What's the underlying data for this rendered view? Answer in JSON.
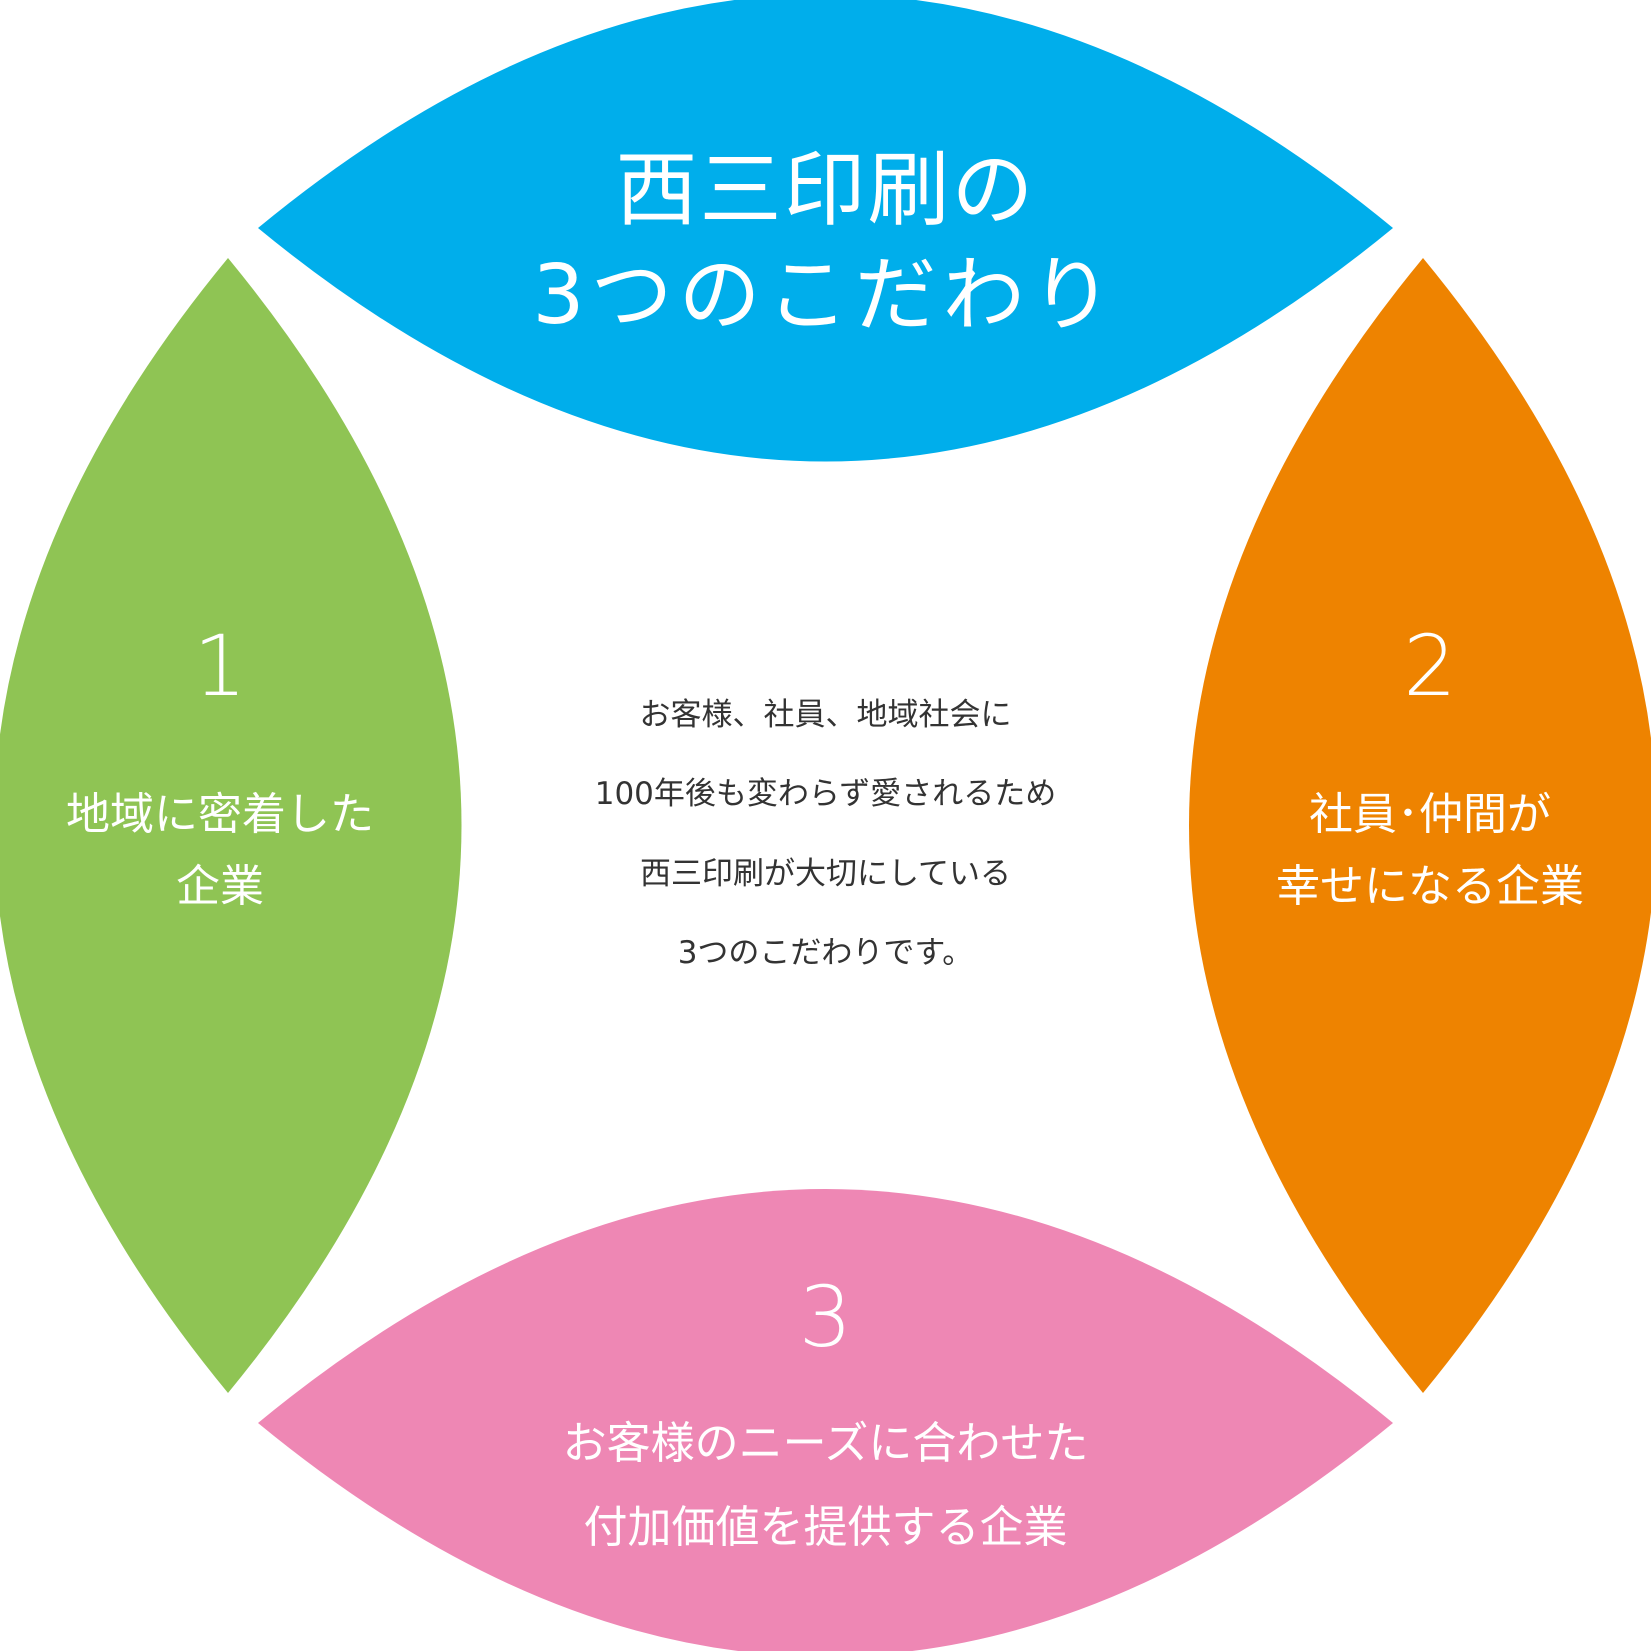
{
  "colors": {
    "top": "#00AEEB",
    "left": "#8FC454",
    "right": "#EE8300",
    "bottom": "#EE87B4",
    "label_text": "#FFFFFF",
    "center_text": "#333333"
  },
  "title": {
    "line1": "西三印刷の",
    "line2": "3つのこだわり"
  },
  "items": [
    {
      "number": "1",
      "line1": "地域に密着した",
      "line2": "企業"
    },
    {
      "number": "2",
      "line1": "社員･仲間が",
      "line2": "幸せになる企業"
    },
    {
      "number": "3",
      "line1": "お客様のニーズに合わせた",
      "line2": "付加価値を提供する企業"
    }
  ],
  "center_text": [
    "お客様、社員、地域社会に",
    "100年後も変わらず愛されるため",
    "西三印刷が大切にしている",
    "3つのこだわりです。"
  ]
}
